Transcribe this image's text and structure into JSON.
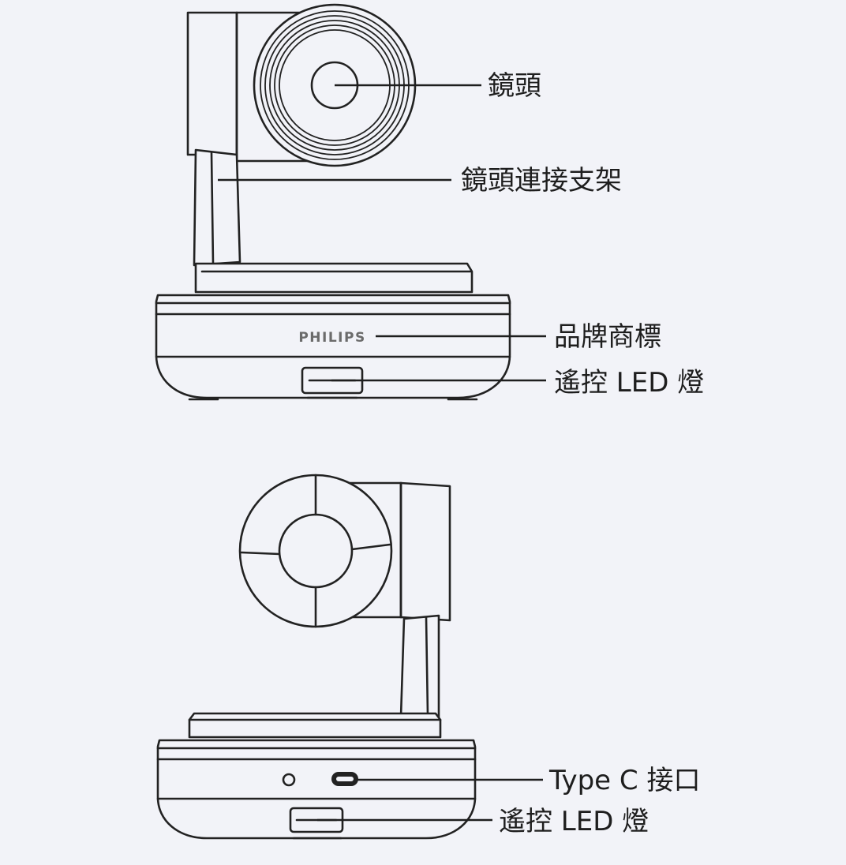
{
  "front_view": {
    "brand_logo": "PHILIPS",
    "labels": {
      "lens": "鏡頭",
      "lens_bracket": "鏡頭連接支架",
      "brand_logo": "品牌商標",
      "remote_led": "遙控 LED 燈"
    }
  },
  "back_view": {
    "labels": {
      "type_c_port": "Type C 接口",
      "remote_led": "遙控 LED 燈"
    }
  },
  "colors": {
    "background": "#f2f3f8",
    "line": "#222222",
    "logo": "#6b6b6b"
  }
}
